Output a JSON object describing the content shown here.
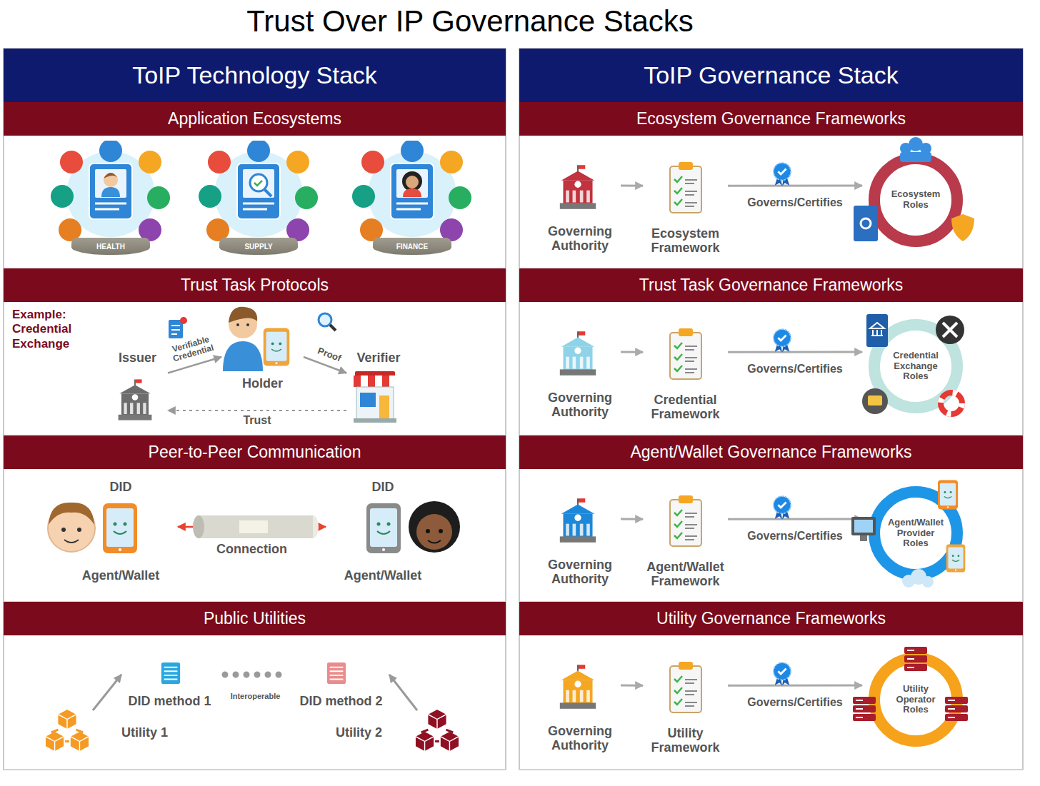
{
  "diagram": {
    "title": "Trust Over IP Governance Stacks",
    "nodes": [
      {
        "text": [
          "ToIP Technology Stack"
        ]
      },
      {
        "text": [
          "Application Ecosystems"
        ],
        "in": 0
      },
      {
        "text": [
          "HEALTH"
        ],
        "in": 1
      },
      {
        "text": [
          "SUPPLY"
        ],
        "in": 1
      },
      {
        "text": [
          "FINANCE"
        ],
        "in": 1
      },
      {
        "text": [
          "Trust Task Protocols"
        ],
        "in": 0
      },
      {
        "text": [
          "Issuer"
        ],
        "in": 5
      },
      {
        "text": [
          "Holder"
        ],
        "in": 5
      },
      {
        "text": [
          "Verifier"
        ],
        "in": 5
      },
      {
        "text": [
          "Peer-to-Peer Communication"
        ],
        "in": 0
      },
      {
        "text": [
          "DID",
          "Agent/Wallet"
        ],
        "in": 9
      },
      {
        "text": [
          "DID",
          "Agent/Wallet"
        ],
        "in": 9
      },
      {
        "text": [
          "Public Utilities"
        ],
        "in": 0
      },
      {
        "text": [
          "Utility 1"
        ],
        "in": 12
      },
      {
        "text": [
          "DID method 1"
        ],
        "in": 12
      },
      {
        "text": [
          "DID method 2"
        ],
        "in": 12
      },
      {
        "text": [
          "Utility 2"
        ],
        "in": 12
      },
      {
        "text": [
          "ToIP Governance Stack"
        ]
      },
      {
        "text": [
          "Ecosystem Governance Frameworks"
        ],
        "in": 17
      },
      {
        "text": [
          "Governing Authority"
        ],
        "in": 18
      },
      {
        "text": [
          "Ecosystem Framework"
        ],
        "in": 18
      },
      {
        "text": [
          "Ecosystem Roles"
        ],
        "in": 18
      },
      {
        "text": [
          "Trust Task Governance Frameworks"
        ],
        "in": 17
      },
      {
        "text": [
          "Governing Authority"
        ],
        "in": 22
      },
      {
        "text": [
          "Credential Framework"
        ],
        "in": 22
      },
      {
        "text": [
          "Credential Exchange Roles"
        ],
        "in": 22
      },
      {
        "text": [
          "Agent/Wallet Governance Frameworks"
        ],
        "in": 17
      },
      {
        "text": [
          "Governing Authority"
        ],
        "in": 26
      },
      {
        "text": [
          "Agent/Wallet Framework"
        ],
        "in": 26
      },
      {
        "text": [
          "Agent/Wallet Provider Roles"
        ],
        "in": 26
      },
      {
        "text": [
          "Utility Governance Frameworks"
        ],
        "in": 17
      },
      {
        "text": [
          "Governing Authority"
        ],
        "in": 30
      },
      {
        "text": [
          "Utility Framework"
        ],
        "in": 30
      },
      {
        "text": [
          "Utility Operator Roles"
        ],
        "in": 30
      }
    ],
    "edges": [
      {
        "from": 6,
        "to": 7,
        "arrow": "to",
        "label": "Verifiable Credential"
      },
      {
        "from": 7,
        "to": 8,
        "arrow": "to",
        "label": "Proof"
      },
      {
        "from": 8,
        "to": 6,
        "arrow": "to",
        "label": "Trust"
      },
      {
        "from": 10,
        "to": 11,
        "arrow": "both",
        "label": "Connection"
      },
      {
        "from": 13,
        "to": 14,
        "arrow": "to"
      },
      {
        "from": 16,
        "to": 15,
        "arrow": "to"
      },
      {
        "from": 14,
        "to": 15,
        "arrow": "none",
        "label": "Interoperable"
      },
      {
        "from": 19,
        "to": 20,
        "arrow": "to"
      },
      {
        "from": 20,
        "to": 21,
        "arrow": "to",
        "label": "Governs/Certifies"
      },
      {
        "from": 23,
        "to": 24,
        "arrow": "to"
      },
      {
        "from": 24,
        "to": 25,
        "arrow": "to",
        "label": "Governs/Certifies"
      },
      {
        "from": 27,
        "to": 28,
        "arrow": "to"
      },
      {
        "from": 28,
        "to": 29,
        "arrow": "to",
        "label": "Governs/Certifies"
      },
      {
        "from": 31,
        "to": 32,
        "arrow": "to"
      },
      {
        "from": 32,
        "to": 33,
        "arrow": "to",
        "label": "Governs/Certifies"
      }
    ],
    "labels": [
      "Example: Credential Exchange"
    ]
  }
}
